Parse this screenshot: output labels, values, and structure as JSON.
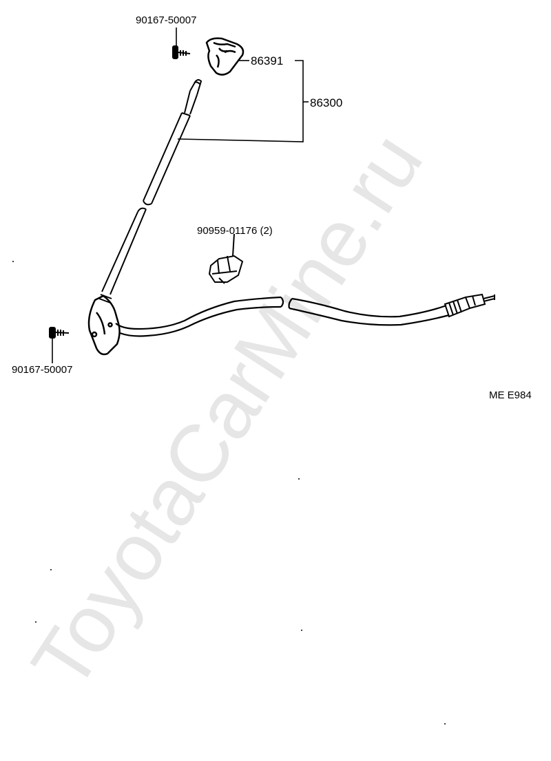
{
  "watermark": "ToyotaCarMine.ru",
  "parts": {
    "screw_top": "90167-50007",
    "cap": "86391",
    "antenna_assy": "86300",
    "clamp": "90959-01176 (2)",
    "screw_bottom": "90167-50007"
  },
  "diagram_code": "ME E984"
}
